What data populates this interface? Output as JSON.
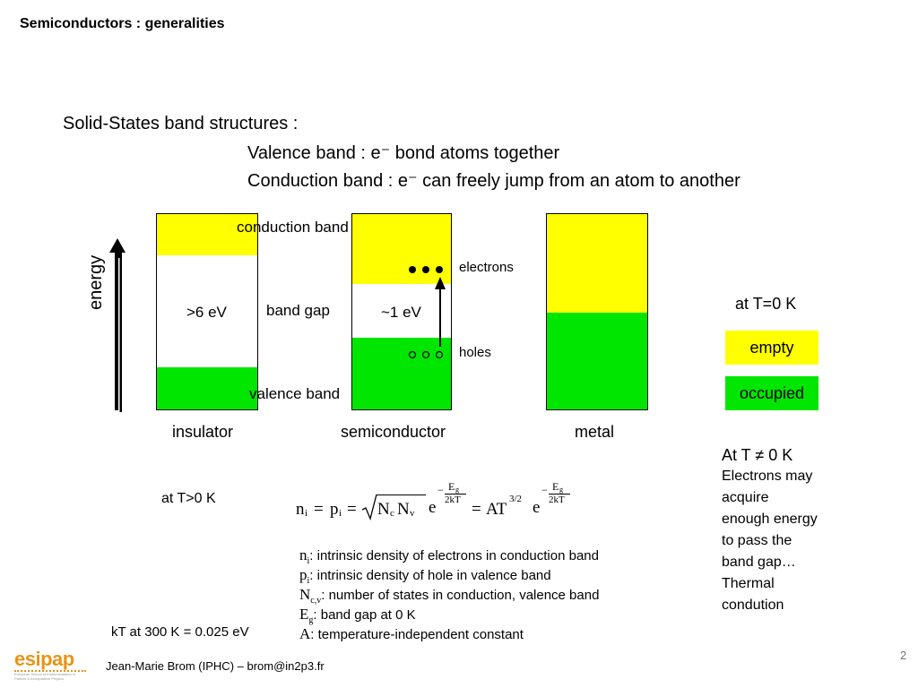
{
  "title": "Semiconductors : generalities",
  "intro": {
    "heading": "Solid-States band structures :",
    "line1": "Valence band : e⁻ bond atoms together",
    "line2": "Conduction band : e⁻ can freely jump from an atom to another"
  },
  "diagram": {
    "energy_label": "energy",
    "conduction_band_label": "conduction band",
    "band_gap_label": "band gap",
    "valence_band_label": "valence  band",
    "insulator_gap": ">6 eV",
    "semiconductor_gap": "~1 eV",
    "electrons_label": "electrons",
    "holes_label": "holes",
    "captions": {
      "insulator": "insulator",
      "semiconductor": "semiconductor",
      "metal": "metal"
    },
    "legend": {
      "title": "at T=0 K",
      "empty": "empty",
      "occupied": "occupied"
    },
    "colors": {
      "empty": "#ffff00",
      "occupied": "#00e600"
    }
  },
  "side_note": {
    "heading": "At T ≠ 0 K",
    "lines": [
      "Electrons may",
      "acquire",
      "enough energy",
      "to pass the",
      "band gap…",
      "Thermal",
      "condution"
    ]
  },
  "formula": {
    "condition": "at T>0 K",
    "lhs1": "n",
    "lhs1_sub": "i",
    "eq1": "=",
    "lhs2": "p",
    "lhs2_sub": "i",
    "eq2": "=",
    "root_term": "N",
    "root_sub_c": "c",
    "root_term2": "N",
    "root_sub_v": "v",
    "e1": "e",
    "exp1_num": "E",
    "exp1_num_sub": "g",
    "exp1_den": "2kT",
    "eq3": "=",
    "at": "AT",
    "at_exp": "3/2",
    "e2": "e",
    "exp2_num": "E",
    "exp2_num_sub": "g",
    "exp2_den": "2kT",
    "minus": "−"
  },
  "definitions": [
    {
      "sym": "n",
      "sub": "i",
      "text": ": intrinsic density of electrons in conduction band"
    },
    {
      "sym": "p",
      "sub": "i",
      "text": ": intrinsic density of hole in valence band"
    },
    {
      "sym": "N",
      "sub": "c,v",
      "text": ": number of states in conduction, valence band"
    },
    {
      "sym": "E",
      "sub": "g",
      "text": ": band gap at 0 K"
    },
    {
      "sym": "A",
      "sub": "",
      "text": ": temperature-independent constant"
    }
  ],
  "kT_note": "kT at 300 K = 0.025 eV",
  "logo": {
    "text": "esipap",
    "tagline": "European School of Instrumentation in Particle & Astroparticle Physics"
  },
  "footer": "Jean-Marie Brom (IPHC) – brom@in2p3.fr",
  "page_number": "2"
}
